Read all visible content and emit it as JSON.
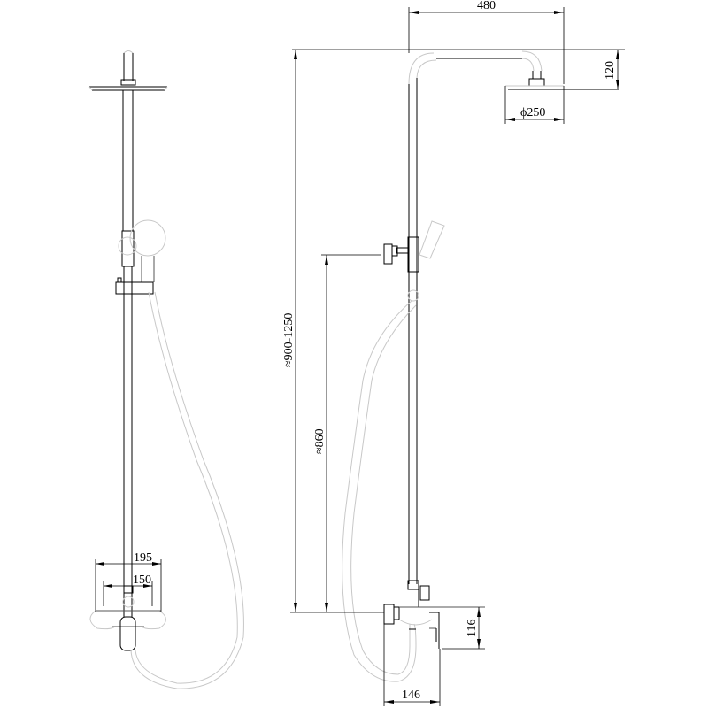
{
  "drawing": {
    "title": "Shower system dimensional drawing",
    "views": [
      "front-view",
      "side-view"
    ],
    "colors": {
      "line": "#000000",
      "hose": "#c8c8c8",
      "background": "#ffffff"
    }
  },
  "front_view": {
    "dimensions": {
      "mixer_width_outer": "195",
      "mixer_width_inner": "150"
    }
  },
  "side_view": {
    "dimensions": {
      "arm_reach": "480",
      "head_drop": "120",
      "head_diameter": "ϕ250",
      "total_height": "≈900-1250",
      "holder_height": "≈860",
      "mixer_height": "116",
      "mixer_depth": "146"
    }
  }
}
